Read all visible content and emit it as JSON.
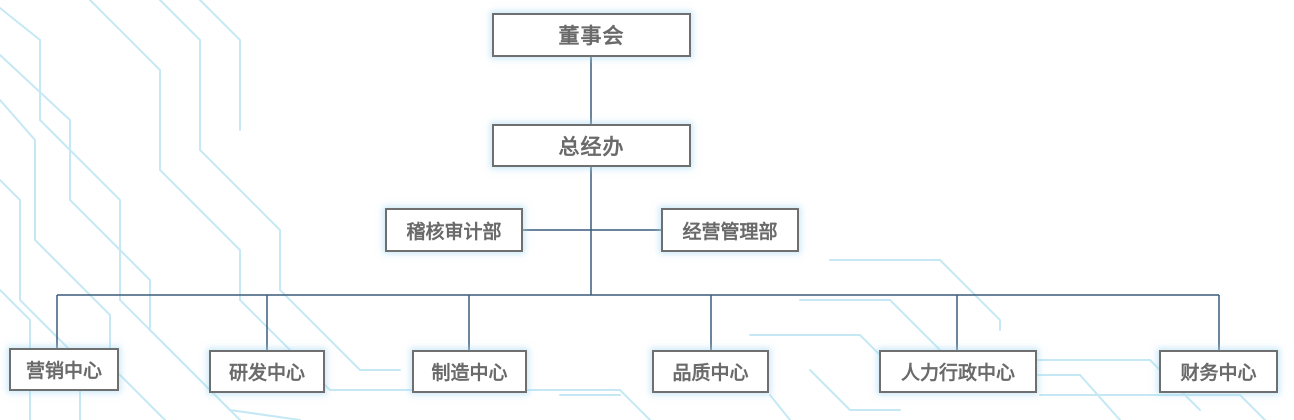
{
  "chart_data": {
    "type": "org-chart",
    "root": "董事会",
    "level2": "总经办",
    "staff_departments": [
      "稽核审计部",
      "经营管理部"
    ],
    "centers": [
      "营销中心",
      "研发中心",
      "制造中心",
      "品质中心",
      "人力行政中心",
      "财务中心"
    ]
  },
  "colors": {
    "connector": "#3b5c7a",
    "box_border": "#6f6f6f",
    "text": "#6a6a6a",
    "background_circuit": "#bfe6f3"
  }
}
